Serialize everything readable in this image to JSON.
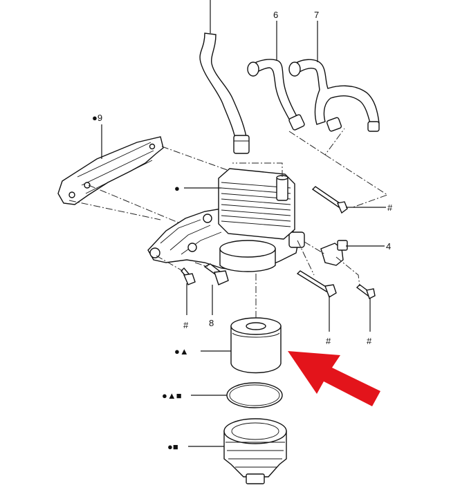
{
  "callouts": {
    "c9": "●9",
    "c6": "6",
    "c7": "7",
    "c4": "4",
    "c8": "8",
    "hash_bolt_right": "#",
    "hash_bolt_left": "#",
    "hash_bolt_lower": "#",
    "hash_screw_right": "#",
    "cooler_mark": "●",
    "filter_mark": "●▲",
    "oring_mark": "●▲■",
    "cap_mark": "●■"
  },
  "colors": {
    "arrow": "#e3141b",
    "lines": "#111111",
    "background": "#ffffff"
  }
}
